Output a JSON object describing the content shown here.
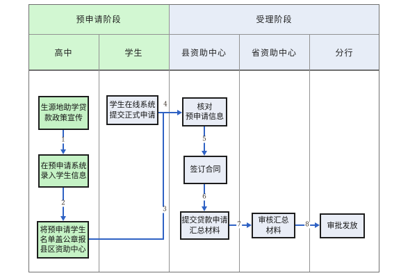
{
  "diagram": {
    "type": "swimlane-flowchart",
    "phases": [
      {
        "label": "预申请阶段",
        "lanes": [
          "高中",
          "学生"
        ]
      },
      {
        "label": "受理阶段",
        "lanes": [
          "县资助中心",
          "省资助中心",
          "分行"
        ]
      }
    ],
    "lanes": [
      {
        "label": "高中"
      },
      {
        "label": "学生"
      },
      {
        "label": "县资助中心"
      },
      {
        "label": "省资助中心"
      },
      {
        "label": "分行"
      }
    ],
    "nodes": {
      "policy_promo": {
        "lane": "高中",
        "text": "生源地助学贷\n款政策宣传"
      },
      "enter_info": {
        "lane": "高中",
        "text": "在预申请系统\n录入学生信息"
      },
      "report_list": {
        "lane": "高中",
        "text": "将预申请学生\n名单盖公章报\n县区资助中心"
      },
      "submit_formal": {
        "lane": "学生",
        "text": "学生在线系统\n提交正式申请"
      },
      "verify_preapp": {
        "lane": "县资助中心",
        "text": "核对\n预申请信息"
      },
      "sign_contract": {
        "lane": "县资助中心",
        "text": "签订合同"
      },
      "submit_loan_docs": {
        "lane": "县资助中心",
        "text": "提交贷款申请\n汇总材料"
      },
      "review_docs": {
        "lane": "省资助中心",
        "text": "审核汇总\n材料"
      },
      "approve_disburse": {
        "lane": "分行",
        "text": "审批发放"
      }
    },
    "edges": {
      "e1": {
        "label": "1",
        "from": "policy_promo",
        "to": "enter_info"
      },
      "e2": {
        "label": "2",
        "from": "enter_info",
        "to": "report_list"
      },
      "e3": {
        "label": "3",
        "from": "report_list",
        "to": "verify_preapp"
      },
      "e4": {
        "label": "4",
        "from": "submit_formal",
        "to": "verify_preapp"
      },
      "e5": {
        "label": "5",
        "from": "verify_preapp",
        "to": "sign_contract"
      },
      "e6": {
        "label": "6",
        "from": "sign_contract",
        "to": "submit_loan_docs"
      },
      "e7": {
        "label": "7",
        "from": "submit_loan_docs",
        "to": "review_docs"
      },
      "e8": {
        "label": "8",
        "from": "review_docs",
        "to": "approve_disburse"
      }
    },
    "colors": {
      "phase_pre": "#d2f7d2",
      "phase_accept": "#e7edf7",
      "node_green": "#c5f2c5",
      "node_blue": "#e9edf6",
      "arrow": "#2f62c4",
      "grid": "#929292",
      "grid_dark": "#6f6f6f",
      "label": "#40362c"
    }
  }
}
